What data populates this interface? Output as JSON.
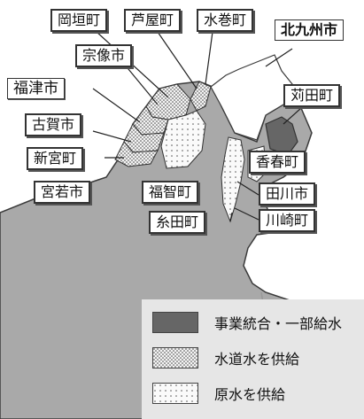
{
  "labels": {
    "okagaki": "岡垣町",
    "ashiya": "芦屋町",
    "mizumaki": "水巻町",
    "kitakyushu": "北九州市",
    "munakata": "宗像市",
    "fukutsu": "福津市",
    "kanda": "苅田町",
    "koga": "古賀市",
    "shingu": "新宮町",
    "kasuga": "香春町",
    "miyawaka": "宮若市",
    "fukuchi": "福智町",
    "tagawa": "田川市",
    "itoda": "糸田町",
    "kawasaki": "川崎町"
  },
  "legend": {
    "items": [
      {
        "label": "事業統合・一部給水",
        "color": "#666666"
      },
      {
        "label": "水道水を供給",
        "pattern": "dense-dots"
      },
      {
        "label": "原水を供給",
        "pattern": "sparse-dots"
      }
    ]
  },
  "colors": {
    "region_fill": "#a9a9a9",
    "region_border": "#3a3a3a",
    "outside_fill": "#ffffff",
    "kanda_fill": "#666666",
    "legend_bg": "#e6e6e6"
  }
}
